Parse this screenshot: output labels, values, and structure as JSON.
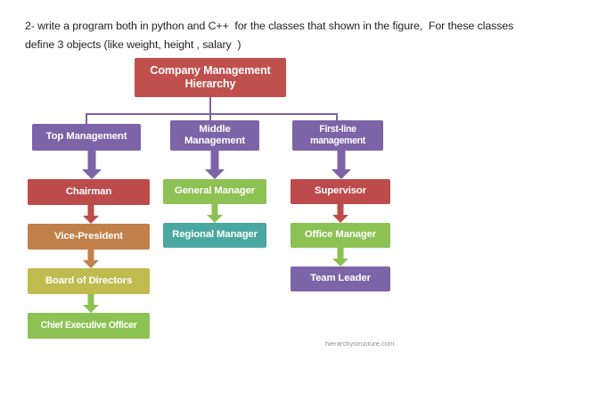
{
  "prompt": {
    "line1": "2- write a program both in python and C++  for the classes that shown in the figure,  For these classes",
    "line2": "define 3 objects (like weight, height , salary  )"
  },
  "diagram": {
    "title": {
      "label": "Company Management Hierarchy",
      "color": "#c0504d"
    },
    "levels": [
      {
        "label": "Top Management",
        "color": "#7d63a8"
      },
      {
        "label": "Middle Management",
        "color": "#7d63a8"
      },
      {
        "label": "First-line management",
        "color": "#7d63a8"
      }
    ],
    "columns": [
      {
        "name": "top-management-column",
        "nodes": [
          {
            "label": "Chairman",
            "color": "#bd4b4b"
          },
          {
            "label": "Vice-President",
            "color": "#c1804a"
          },
          {
            "label": "Board of Directors",
            "color": "#bfbb4f"
          },
          {
            "label": "Chief Executive Officer",
            "color": "#8cc153"
          }
        ]
      },
      {
        "name": "middle-management-column",
        "nodes": [
          {
            "label": "General Manager",
            "color": "#8cc153"
          },
          {
            "label": "Regional Manager",
            "color": "#4ba8a0"
          }
        ]
      },
      {
        "name": "first-line-management-column",
        "nodes": [
          {
            "label": "Supervisor",
            "color": "#bd4b4b"
          },
          {
            "label": "Office Manager",
            "color": "#8cc153"
          },
          {
            "label": "Team Leader",
            "color": "#7d63a8"
          }
        ]
      }
    ],
    "connector_color": "#7d63a8",
    "watermark": "hierarchystructure.com"
  }
}
